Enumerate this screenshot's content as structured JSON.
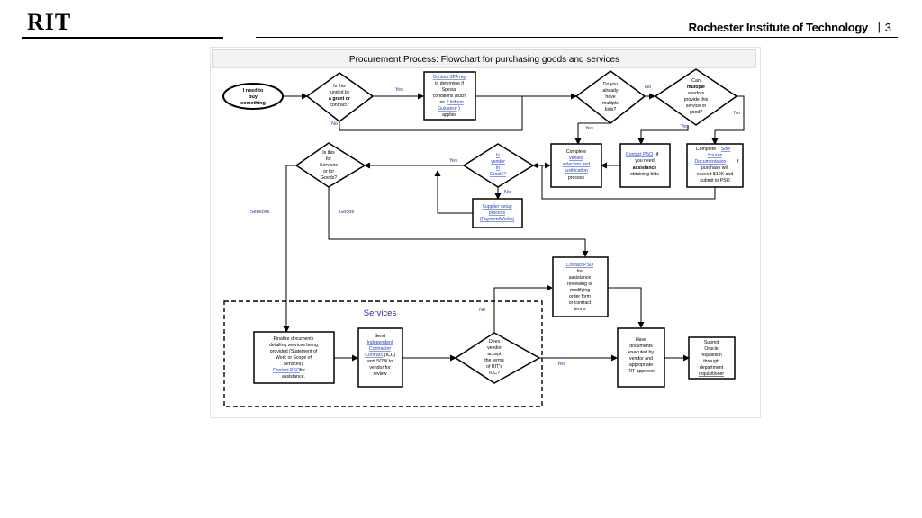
{
  "header": {
    "logo_text": "RIT",
    "org_name": "Rochester Institute of Technology",
    "separator": "|",
    "page_number": "3"
  },
  "flowchart": {
    "title": "Procurement Process:  Flowchart for purchasing goods and services",
    "start": [
      "I need to",
      "buy",
      "something"
    ],
    "grant": [
      "Is this",
      "funded by",
      "a grant or",
      "contract?"
    ],
    "spa_link": "Contact SPA rep",
    "spa_rest": [
      "to determine if",
      "Special",
      "conditions (such",
      "as "
    ],
    "uniform_link": "Uniform",
    "guidance_link": "Guidance",
    "guidance_suffix": ")",
    "applies": "applies",
    "bids": [
      "Do you",
      "already",
      "have",
      "multiple",
      "bids?"
    ],
    "multiple": [
      "Can",
      "multiple",
      "vendors",
      "provide this",
      "service or",
      "good?"
    ],
    "complete_vendor": [
      "Complete",
      "vendor",
      "selection and",
      "justification",
      "process"
    ],
    "pso_bids": [
      "Contact PSO",
      " if",
      "you need",
      "assistance",
      "obtaining bids"
    ],
    "sole_source": [
      "Complete ",
      "Sole",
      "Source",
      "Documentation",
      " if",
      "purchase will",
      "exceed $10K and",
      "submit to PSO"
    ],
    "vendor_oracle": [
      "Is",
      "vendor",
      "in",
      "Oracle?"
    ],
    "supplier": [
      "Supplier setup",
      "process",
      "(PaymentWorks)"
    ],
    "services_goods": [
      "Is this",
      "for",
      "Services",
      "or for",
      "Goods?"
    ],
    "label_services": "Services",
    "label_goods": "Goods",
    "pso_review": [
      "Contact PSO",
      "for",
      "assistance",
      "reviewing or",
      "modifying",
      "order form",
      "or contract",
      "terms"
    ],
    "services_heading": "Services",
    "finalize": [
      "Finalize documents",
      "detailing services being",
      "provided (Statement of",
      "Work or Scope of",
      "Services).",
      "Contact PSO",
      " for",
      "assistance."
    ],
    "send_icc": [
      "Send",
      "Independent",
      "Contractor",
      "Contract",
      " (ICC)",
      "and SOW to",
      "vendor for",
      "review"
    ],
    "accept": [
      "Does",
      "vendor",
      "accept",
      "the terms",
      "of RIT's",
      "ICC?"
    ],
    "have_docs": [
      "Have",
      "documents",
      "executed by",
      "vendor and",
      "appropriate",
      "RIT approver"
    ],
    "submit": [
      "Submit",
      "Oracle",
      "requisition",
      "through",
      "department",
      "requisitioner"
    ],
    "yes": "Yes",
    "no": "No",
    "link_color": "#1f3bd1",
    "edge_label_color": "#2b2b9a"
  }
}
